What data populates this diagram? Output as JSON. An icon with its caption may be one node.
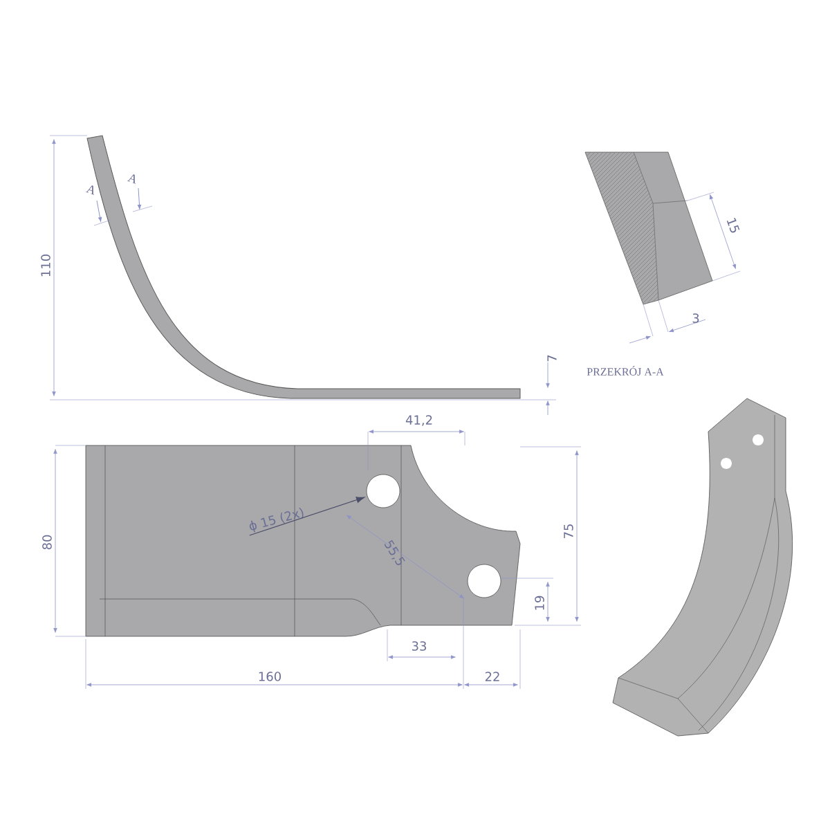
{
  "diagram": {
    "nodes": [
      {
        "text": [
          "ϕ 15 (2x)"
        ]
      },
      {
        "text": [],
        "shape": "circle"
      }
    ],
    "edges": [
      {
        "from": 0,
        "to": 1,
        "arrow": "to"
      }
    ],
    "labels": [
      "A",
      "A",
      "110",
      "7",
      "15",
      "3",
      "PRZEKRÓJ A-A",
      "41,2",
      "80",
      "55,5",
      "75",
      "19",
      "33",
      "160",
      "22"
    ]
  }
}
